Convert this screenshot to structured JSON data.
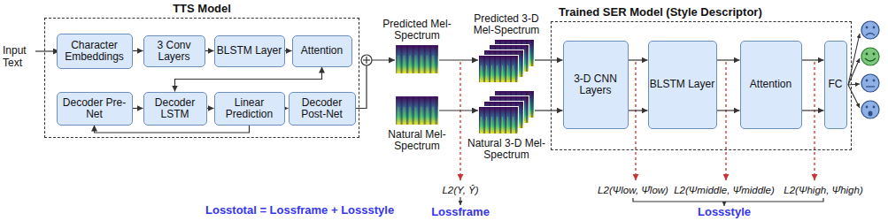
{
  "diagram": {
    "nodes": [
      {
        "text": [
          "TTS Model"
        ]
      },
      {
        "text": [
          "Character Embeddings"
        ],
        "in": 0
      },
      {
        "text": [
          "3 Conv Layers"
        ],
        "in": 0
      },
      {
        "text": [
          "BLSTM Layer"
        ],
        "in": 0
      },
      {
        "text": [
          "Attention"
        ],
        "in": 0
      },
      {
        "text": [
          "Decoder Pre-Net"
        ],
        "in": 0
      },
      {
        "text": [
          "Decoder LSTM"
        ],
        "in": 0
      },
      {
        "text": [
          "Linear Prediction"
        ],
        "in": 0
      },
      {
        "text": [
          "Decoder Post-Net"
        ],
        "in": 0
      },
      {
        "text": [
          "Predicted Mel-Spectrum"
        ]
      },
      {
        "text": [
          "Predicted 3-D Mel-Spectrum"
        ]
      },
      {
        "text": [
          "Natural Mel-Spectrum"
        ]
      },
      {
        "text": [
          "Natural 3-D Mel-Spectrum"
        ]
      },
      {
        "text": [
          "Trained SER Model (Style Descriptor)"
        ]
      },
      {
        "text": [
          "3-D CNN Layers"
        ],
        "in": 13
      },
      {
        "text": [
          "BLSTM Layer"
        ],
        "in": 13
      },
      {
        "text": [
          "Attention"
        ],
        "in": 13
      },
      {
        "text": [
          "FC"
        ],
        "in": 13
      }
    ],
    "edges": [
      {
        "from": 1,
        "to": 2,
        "arrow": "to"
      },
      {
        "from": 2,
        "to": 3,
        "arrow": "to"
      },
      {
        "from": 3,
        "to": 4,
        "arrow": "to"
      },
      {
        "from": 4,
        "to": 6,
        "arrow": "both"
      },
      {
        "from": 5,
        "to": 6,
        "arrow": "to"
      },
      {
        "from": 6,
        "to": 7,
        "arrow": "to"
      },
      {
        "from": 7,
        "to": 8,
        "arrow": "to"
      },
      {
        "from": 7,
        "to": 5,
        "arrow": "to"
      },
      {
        "from": 8,
        "to": 9,
        "arrow": "to"
      },
      {
        "from": 9,
        "to": 10,
        "arrow": "to"
      },
      {
        "from": 11,
        "to": 12,
        "arrow": "to"
      },
      {
        "from": 10,
        "to": 14,
        "arrow": "to"
      },
      {
        "from": 12,
        "to": 14,
        "arrow": "to"
      },
      {
        "from": 14,
        "to": 15,
        "arrow": "to"
      },
      {
        "from": 14,
        "to": 15,
        "arrow": "to"
      },
      {
        "from": 15,
        "to": 16,
        "arrow": "to"
      },
      {
        "from": 15,
        "to": 16,
        "arrow": "to"
      },
      {
        "from": 16,
        "to": 17,
        "arrow": "to"
      },
      {
        "from": 16,
        "to": 17,
        "arrow": "to"
      }
    ],
    "labels": [
      "Input Text",
      "L2(Y, Ŷ)",
      "Lossframe",
      "L2(Ψlow, Ψ̂low)",
      "L2(Ψmiddle, Ψ̂middle)",
      "L2(Ψhigh, Ψ̂high)",
      "Lossstyle",
      "Losstotal = Lossframe + Lossstyle"
    ]
  }
}
